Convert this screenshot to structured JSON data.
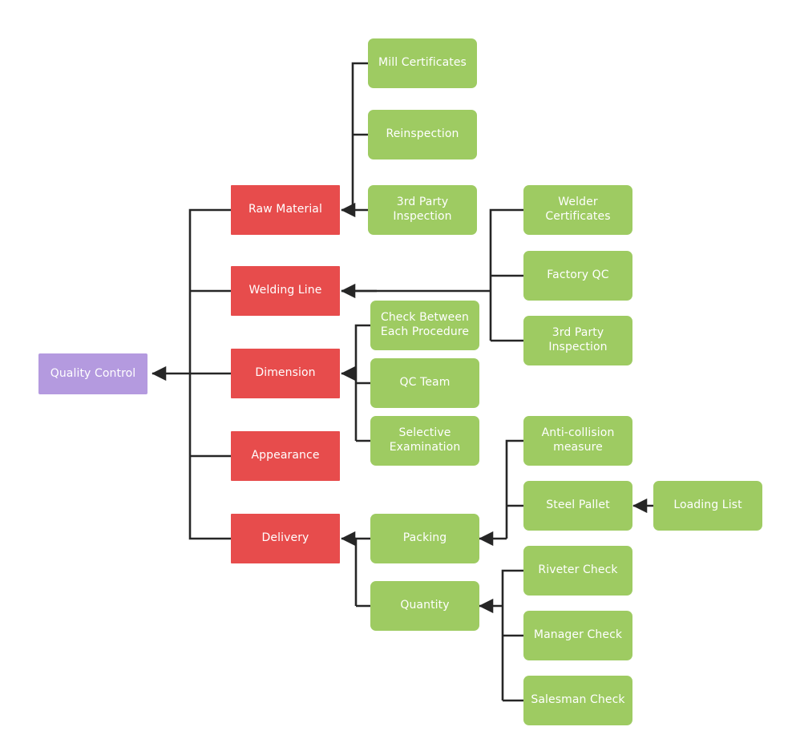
{
  "diagram": {
    "title": "Quality Control",
    "type": "tree-flowchart",
    "colors": {
      "root": "#b49adf",
      "level1": "#e74c4c",
      "level2": "#9ecb62",
      "edge": "#262626",
      "text": "#ffffff",
      "background": "#ffffff"
    },
    "root": {
      "label": "Quality Control"
    },
    "nodes": [
      {
        "id": "raw-material",
        "label": "Raw Material",
        "level": 1
      },
      {
        "id": "welding-line",
        "label": "Welding Line",
        "level": 1
      },
      {
        "id": "dimension",
        "label": "Dimension",
        "level": 1
      },
      {
        "id": "appearance",
        "label": "Appearance",
        "level": 1
      },
      {
        "id": "delivery",
        "label": "Delivery",
        "level": 1
      },
      {
        "id": "mill-certificates",
        "label": "Mill Certificates",
        "level": 2
      },
      {
        "id": "reinspection",
        "label": "Reinspection",
        "level": 2
      },
      {
        "id": "third-party-raw",
        "label": "3rd Party\nInspection",
        "level": 2
      },
      {
        "id": "welder-certificates",
        "label": "Welder\nCertificates",
        "level": 2
      },
      {
        "id": "factory-qc",
        "label": "Factory QC",
        "level": 2
      },
      {
        "id": "third-party-weld",
        "label": "3rd Party\nInspection",
        "level": 2
      },
      {
        "id": "check-between",
        "label": "Check Between\nEach Procedure",
        "level": 2
      },
      {
        "id": "qc-team",
        "label": "QC Team",
        "level": 2
      },
      {
        "id": "selective-examination",
        "label": "Selective\nExamination",
        "level": 2
      },
      {
        "id": "packing",
        "label": "Packing",
        "level": 2
      },
      {
        "id": "quantity",
        "label": "Quantity",
        "level": 2
      },
      {
        "id": "anti-collision",
        "label": "Anti-collision\nmeasure",
        "level": 2
      },
      {
        "id": "steel-pallet",
        "label": "Steel Pallet",
        "level": 2
      },
      {
        "id": "loading-list",
        "label": "Loading List",
        "level": 2
      },
      {
        "id": "riveter-check",
        "label": "Riveter Check",
        "level": 2
      },
      {
        "id": "manager-check",
        "label": "Manager Check",
        "level": 2
      },
      {
        "id": "salesman-check",
        "label": "Salesman Check",
        "level": 2
      }
    ],
    "edges": [
      {
        "from": "raw-material",
        "to": "quality-control"
      },
      {
        "from": "welding-line",
        "to": "quality-control"
      },
      {
        "from": "dimension",
        "to": "quality-control"
      },
      {
        "from": "appearance",
        "to": "quality-control"
      },
      {
        "from": "delivery",
        "to": "quality-control"
      },
      {
        "from": "mill-certificates",
        "to": "raw-material"
      },
      {
        "from": "reinspection",
        "to": "raw-material"
      },
      {
        "from": "third-party-raw",
        "to": "raw-material"
      },
      {
        "from": "welder-certificates",
        "to": "welding-line"
      },
      {
        "from": "factory-qc",
        "to": "welding-line"
      },
      {
        "from": "third-party-weld",
        "to": "welding-line"
      },
      {
        "from": "check-between",
        "to": "dimension"
      },
      {
        "from": "qc-team",
        "to": "dimension"
      },
      {
        "from": "selective-examination",
        "to": "dimension"
      },
      {
        "from": "packing",
        "to": "delivery"
      },
      {
        "from": "quantity",
        "to": "delivery"
      },
      {
        "from": "anti-collision",
        "to": "packing"
      },
      {
        "from": "steel-pallet",
        "to": "packing"
      },
      {
        "from": "loading-list",
        "to": "steel-pallet"
      },
      {
        "from": "riveter-check",
        "to": "quantity"
      },
      {
        "from": "manager-check",
        "to": "quantity"
      },
      {
        "from": "salesman-check",
        "to": "quantity"
      }
    ]
  }
}
